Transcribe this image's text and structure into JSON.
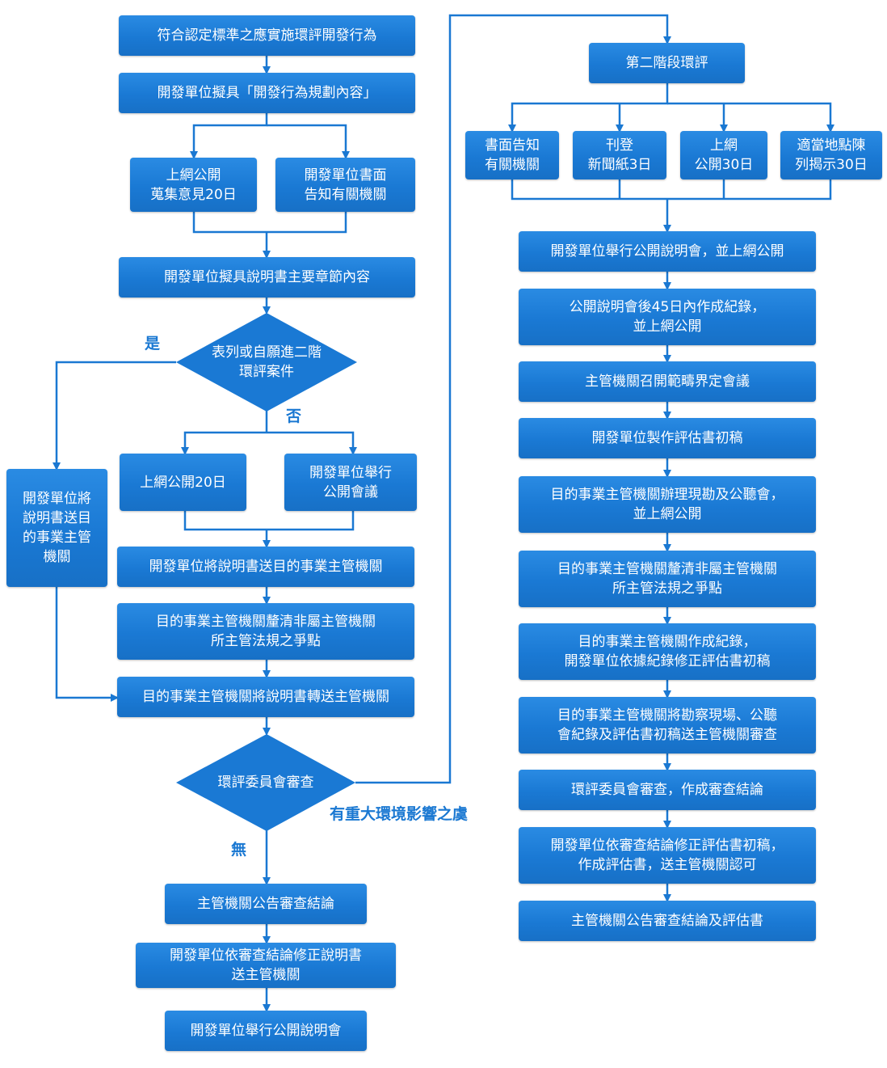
{
  "colors": {
    "box_fill": "#1a79d4",
    "line": "#1a78d2",
    "label": "#1a78d2",
    "text": "#ffffff"
  },
  "left": {
    "step1": [
      "符合認定標準之應實施環評開發行為"
    ],
    "step2": [
      "開發單位擬具「開發行為規劃內容」"
    ],
    "branch_a": [
      "上網公開",
      "蒐集意見20日"
    ],
    "branch_b": [
      "開發單位書面",
      "告知有關機關"
    ],
    "step3": [
      "開發單位擬具說明書主要章節內容"
    ],
    "decision1": [
      "表列或自願進二階",
      "環評案件"
    ],
    "yes_label": "是",
    "no_label": "否",
    "side_box": [
      "開發單位將",
      "說明書送目",
      "的事業主管",
      "機關"
    ],
    "branch_c": [
      "上網公開20日"
    ],
    "branch_d": [
      "開發單位舉行",
      "公開會議"
    ],
    "step4": [
      "開發單位將說明書送目的事業主管機關"
    ],
    "step5": [
      "目的事業主管機關釐清非屬主管機關",
      "所主管法規之爭點"
    ],
    "step6": [
      "目的事業主管機關將說明書轉送主管機關"
    ],
    "decision2": [
      "環評委員會審查"
    ],
    "significant_label": "有重大環境影響之虞",
    "none_label": "無",
    "step7": [
      "主管機關公告審查結論"
    ],
    "step8": [
      "開發單位依審查結論修正說明書",
      "送主管機關"
    ],
    "step9": [
      "開發單位舉行公開說明會"
    ]
  },
  "right": {
    "stage2": [
      "第二階段環評"
    ],
    "notify": [
      "書面告知",
      "有關機關"
    ],
    "publish": [
      "刊登",
      "新聞紙3日"
    ],
    "online": [
      "上網",
      "公開30日"
    ],
    "display": [
      "適當地點陳",
      "列揭示30日"
    ],
    "r1": [
      "開發單位舉行公開說明會，並上網公開"
    ],
    "r2": [
      "公開說明會後45日內作成紀錄，",
      "並上網公開"
    ],
    "r3": [
      "主管機關召開範疇界定會議"
    ],
    "r4": [
      "開發單位製作評估書初稿"
    ],
    "r5": [
      "目的事業主管機關辦理現勘及公聽會，",
      "並上網公開"
    ],
    "r6": [
      "目的事業主管機關釐清非屬主管機關",
      "所主管法規之爭點"
    ],
    "r7": [
      "目的事業主管機關作成紀錄，",
      "開發單位依據紀錄修正評估書初稿"
    ],
    "r8": [
      "目的事業主管機關將勘察現場、公聽",
      "會紀錄及評估書初稿送主管機關審查"
    ],
    "r9": [
      "環評委員會審查，作成審查結論"
    ],
    "r10": [
      "開發單位依審查結論修正評估書初稿，",
      "作成評估書，送主管機關認可"
    ],
    "r11": [
      "主管機關公告審查結論及評估書"
    ]
  }
}
